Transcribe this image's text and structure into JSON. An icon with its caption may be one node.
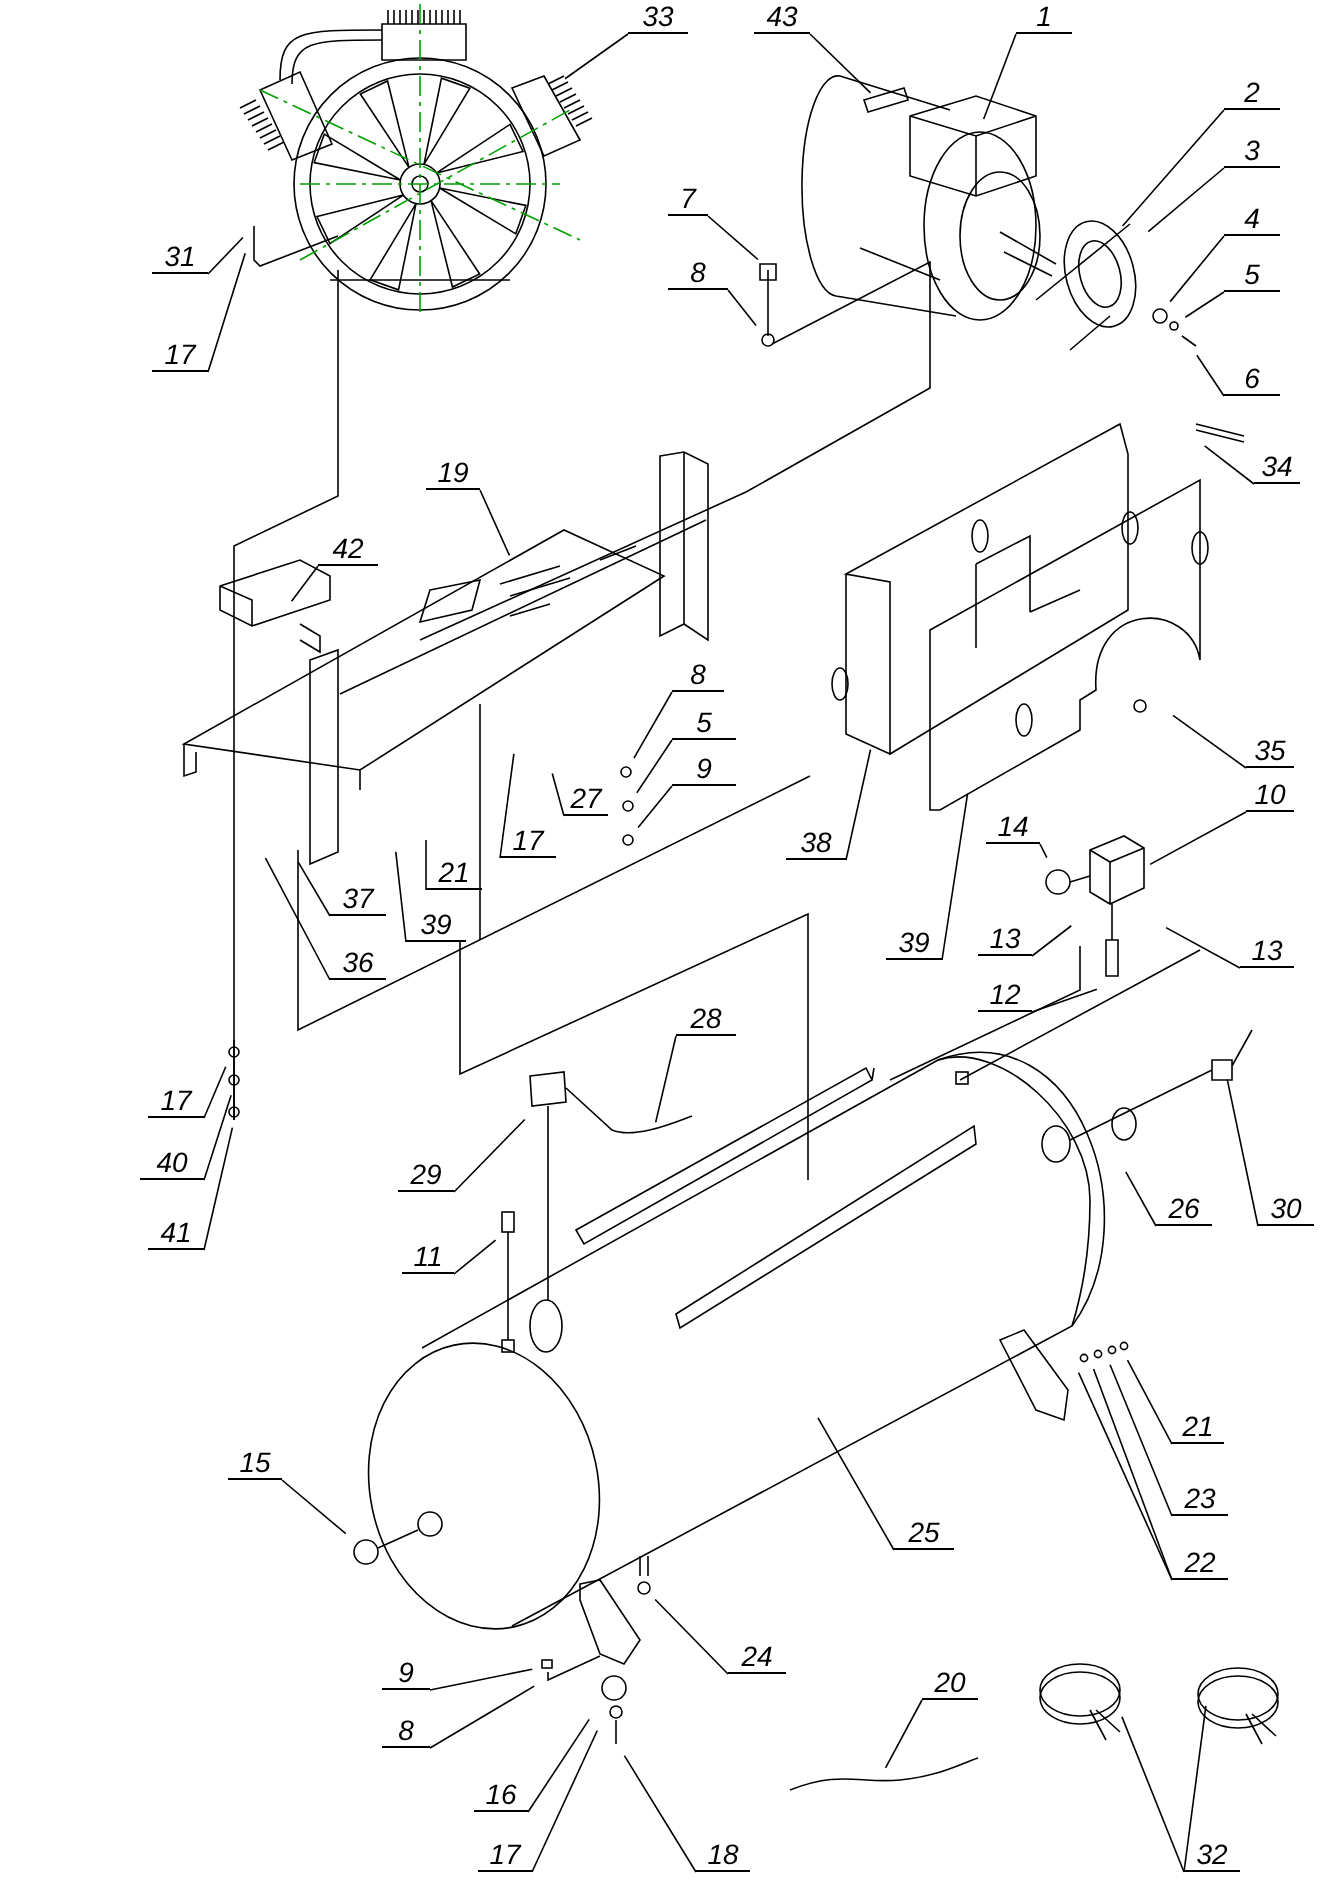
{
  "diagram": {
    "nodes": [
      {
        "text": [
          "33"
        ]
      },
      {
        "text": [
          "43"
        ]
      },
      {
        "text": [
          "1"
        ]
      },
      {
        "text": [
          "2"
        ]
      },
      {
        "text": [
          "3"
        ]
      },
      {
        "text": [
          "7"
        ]
      },
      {
        "text": [
          "4"
        ]
      },
      {
        "text": [
          "5"
        ]
      },
      {
        "text": [
          "31"
        ]
      },
      {
        "text": [
          "8"
        ]
      },
      {
        "text": [
          "17"
        ]
      },
      {
        "text": [
          "6"
        ]
      },
      {
        "text": [
          "34"
        ]
      },
      {
        "text": [
          "19"
        ]
      },
      {
        "text": [
          "42"
        ]
      },
      {
        "text": [
          "8"
        ]
      },
      {
        "text": [
          "5"
        ]
      },
      {
        "text": [
          "35"
        ]
      },
      {
        "text": [
          "9"
        ]
      },
      {
        "text": [
          "10"
        ]
      },
      {
        "text": [
          "27"
        ]
      },
      {
        "text": [
          "14"
        ]
      },
      {
        "text": [
          "17"
        ]
      },
      {
        "text": [
          "38"
        ]
      },
      {
        "text": [
          "21"
        ]
      },
      {
        "text": [
          "37"
        ]
      },
      {
        "text": [
          "13"
        ]
      },
      {
        "text": [
          "39"
        ]
      },
      {
        "text": [
          "39"
        ]
      },
      {
        "text": [
          "13"
        ]
      },
      {
        "text": [
          "36"
        ]
      },
      {
        "text": [
          "12"
        ]
      },
      {
        "text": [
          "28"
        ]
      },
      {
        "text": [
          "17"
        ]
      },
      {
        "text": [
          "40"
        ]
      },
      {
        "text": [
          "29"
        ]
      },
      {
        "text": [
          "26"
        ]
      },
      {
        "text": [
          "30"
        ]
      },
      {
        "text": [
          "41"
        ]
      },
      {
        "text": [
          "11"
        ]
      },
      {
        "text": [
          "21"
        ]
      },
      {
        "text": [
          "15"
        ]
      },
      {
        "text": [
          "23"
        ]
      },
      {
        "text": [
          "25"
        ]
      },
      {
        "text": [
          "22"
        ]
      },
      {
        "text": [
          "24"
        ]
      },
      {
        "text": [
          "9"
        ]
      },
      {
        "text": [
          "20"
        ]
      },
      {
        "text": [
          "8"
        ]
      },
      {
        "text": [
          "16"
        ]
      },
      {
        "text": [
          "17"
        ]
      },
      {
        "text": [
          "18"
        ]
      },
      {
        "text": [
          "32"
        ]
      }
    ],
    "edges": [
      {
        "from": 0,
        "to": null,
        "arrow": "none"
      },
      {
        "from": 1,
        "to": null,
        "arrow": "none"
      },
      {
        "from": 2,
        "to": null,
        "arrow": "none"
      },
      {
        "from": 3,
        "to": null,
        "arrow": "none"
      },
      {
        "from": 4,
        "to": null,
        "arrow": "none"
      },
      {
        "from": 5,
        "to": null,
        "arrow": "none"
      },
      {
        "from": 6,
        "to": null,
        "arrow": "none"
      },
      {
        "from": 7,
        "to": null,
        "arrow": "none"
      },
      {
        "from": 8,
        "to": null,
        "arrow": "none"
      },
      {
        "from": 9,
        "to": null,
        "arrow": "none"
      },
      {
        "from": 10,
        "to": null,
        "arrow": "none"
      },
      {
        "from": 11,
        "to": null,
        "arrow": "none"
      },
      {
        "from": 12,
        "to": null,
        "arrow": "none"
      },
      {
        "from": 13,
        "to": null,
        "arrow": "none"
      },
      {
        "from": 14,
        "to": null,
        "arrow": "none"
      },
      {
        "from": 15,
        "to": null,
        "arrow": "none"
      },
      {
        "from": 16,
        "to": null,
        "arrow": "none"
      },
      {
        "from": 17,
        "to": null,
        "arrow": "none"
      },
      {
        "from": 18,
        "to": null,
        "arrow": "none"
      },
      {
        "from": 19,
        "to": null,
        "arrow": "none"
      },
      {
        "from": 20,
        "to": null,
        "arrow": "none"
      },
      {
        "from": 21,
        "to": null,
        "arrow": "none"
      },
      {
        "from": 22,
        "to": null,
        "arrow": "none"
      },
      {
        "from": 23,
        "to": null,
        "arrow": "none"
      },
      {
        "from": 24,
        "to": null,
        "arrow": "none"
      },
      {
        "from": 25,
        "to": null,
        "arrow": "none"
      },
      {
        "from": 26,
        "to": null,
        "arrow": "none"
      },
      {
        "from": 27,
        "to": null,
        "arrow": "none"
      },
      {
        "from": 28,
        "to": null,
        "arrow": "none"
      },
      {
        "from": 29,
        "to": null,
        "arrow": "none"
      },
      {
        "from": 30,
        "to": null,
        "arrow": "none"
      },
      {
        "from": 31,
        "to": null,
        "arrow": "none"
      },
      {
        "from": 32,
        "to": null,
        "arrow": "none"
      },
      {
        "from": 33,
        "to": null,
        "arrow": "none"
      },
      {
        "from": 34,
        "to": null,
        "arrow": "none"
      },
      {
        "from": 35,
        "to": null,
        "arrow": "none"
      },
      {
        "from": 36,
        "to": null,
        "arrow": "none"
      },
      {
        "from": 37,
        "to": null,
        "arrow": "none"
      },
      {
        "from": 38,
        "to": null,
        "arrow": "none"
      },
      {
        "from": 39,
        "to": null,
        "arrow": "none"
      },
      {
        "from": 40,
        "to": null,
        "arrow": "none"
      },
      {
        "from": 41,
        "to": null,
        "arrow": "none"
      },
      {
        "from": 42,
        "to": null,
        "arrow": "none"
      },
      {
        "from": 43,
        "to": null,
        "arrow": "none"
      },
      {
        "from": 44,
        "to": null,
        "arrow": "none"
      },
      {
        "from": 44,
        "to": null,
        "arrow": "none"
      },
      {
        "from": 45,
        "to": null,
        "arrow": "none"
      },
      {
        "from": 46,
        "to": null,
        "arrow": "none"
      },
      {
        "from": 47,
        "to": null,
        "arrow": "none"
      },
      {
        "from": 48,
        "to": null,
        "arrow": "none"
      },
      {
        "from": 49,
        "to": null,
        "arrow": "none"
      },
      {
        "from": 50,
        "to": null,
        "arrow": "none"
      },
      {
        "from": 51,
        "to": null,
        "arrow": "none"
      },
      {
        "from": 52,
        "to": null,
        "arrow": "none"
      },
      {
        "from": 52,
        "to": null,
        "arrow": "none"
      }
    ]
  }
}
